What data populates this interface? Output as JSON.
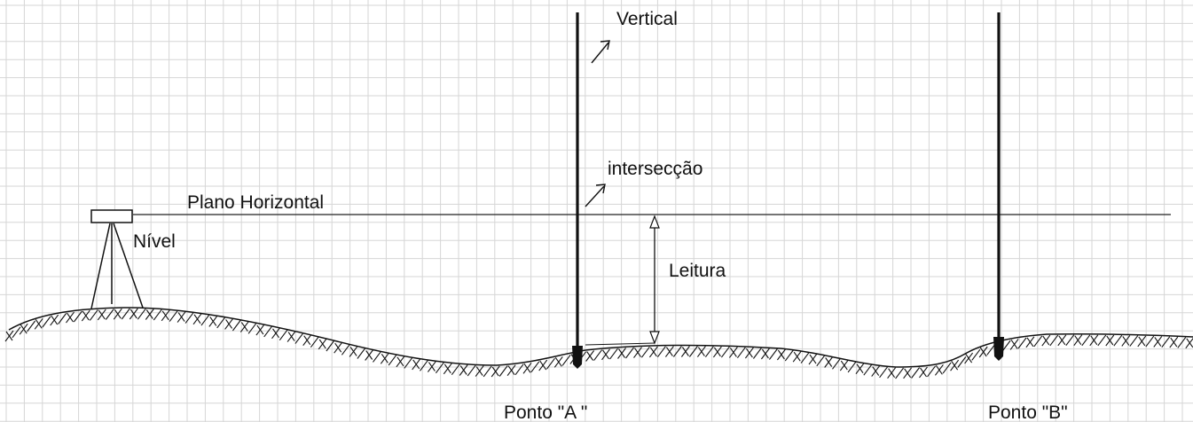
{
  "labels": {
    "vertical": "Vertical",
    "interseccao": "intersecção",
    "plano_horizontal": "Plano Horizontal",
    "nivel": "Nível",
    "leitura": "Leitura",
    "ponto_a": "Ponto \"A \"",
    "ponto_b": "Ponto \"B\""
  },
  "colors": {
    "background": "#ffffff",
    "grid": "#d6d6d6",
    "ink": "#111111"
  },
  "icons": {
    "callout_vertical": "arrow-up-right-icon",
    "callout_interseccao": "arrow-up-right-icon",
    "reading_arrow": "arrow-up-icon"
  }
}
